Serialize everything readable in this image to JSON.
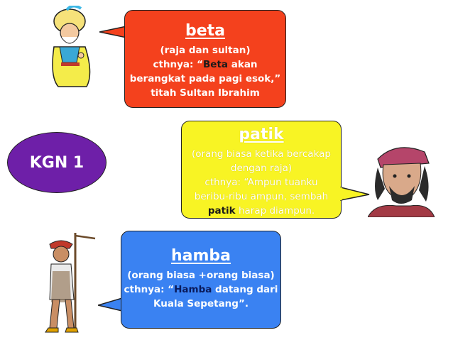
{
  "colors": {
    "beta_bubble": "#f4411d",
    "patik_bubble": "#f8f424",
    "hamba_bubble": "#3a82f2",
    "kgn_oval": "#6e1fa8",
    "beta_keyword": "#1a1a1a",
    "patik_keyword": "#1a1a1a",
    "hamba_keyword": "#0a1a5a"
  },
  "kgn_label": "KGN 1",
  "beta": {
    "title": "beta",
    "line1": "(raja dan sultan)",
    "line2_prefix": "cthnya: “",
    "keyword": "Beta",
    "line2_suffix": " akan",
    "line3": "berangkat pada pagi esok,”",
    "line4": "titah Sultan Ibrahim"
  },
  "patik": {
    "title": "patik",
    "line1": "(orang biasa ketika bercakap",
    "line2": "dengan raja)",
    "line3": "cthnya: “Ampun tuanku",
    "line4": "beribu-ribu ampun, sembah",
    "keyword": "patik",
    "line5_suffix": " harap diampun."
  },
  "hamba": {
    "title": "hamba",
    "line1": "(orang biasa +orang biasa)",
    "line2_prefix": "cthnya: “",
    "keyword": "Hamba",
    "line2_suffix": " datang dari",
    "line3": "Kuala Sepetang”."
  },
  "figures": {
    "sultan": "sultan-figure",
    "man_head_cloth": "man-with-head-cloth-figure",
    "porter": "porter-with-stick-figure"
  }
}
